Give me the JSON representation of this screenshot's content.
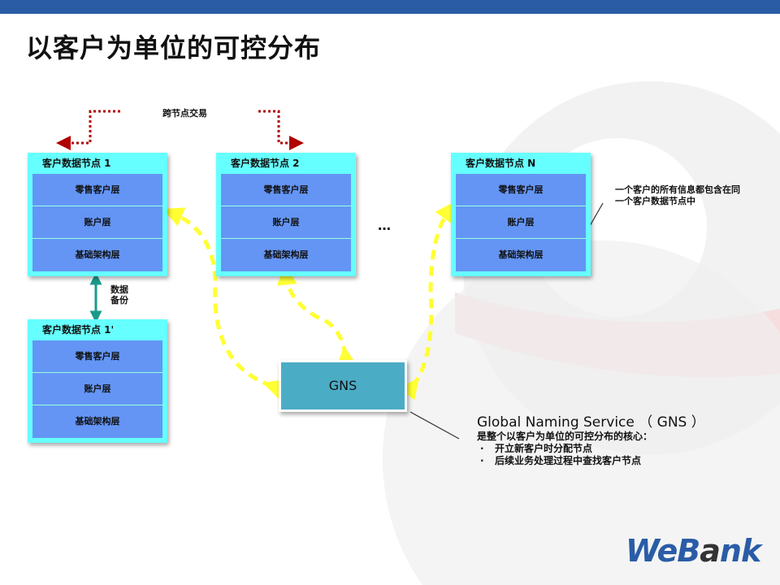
{
  "title": "以客户为单位的可控分布",
  "cross_node_label": "跨节点交易",
  "backup_label": [
    "数据",
    "备份"
  ],
  "ellipsis": "…",
  "nodes": [
    {
      "name": "客户数据节点 1",
      "layers": [
        "零售客户层",
        "账户层",
        "基础架构层"
      ]
    },
    {
      "name": "客户数据节点 2",
      "layers": [
        "零售客户层",
        "账户层",
        "基础架构层"
      ]
    },
    {
      "name": "客户数据节点 N",
      "layers": [
        "零售客户层",
        "账户层",
        "基础架构层"
      ]
    },
    {
      "name": "客户数据节点 1'",
      "layers": [
        "零售客户层",
        "账户层",
        "基础架构层"
      ]
    }
  ],
  "gns_label": "GNS",
  "note": "一个客户的所有信息都包含在同一个客户数据节点中",
  "gns_desc": {
    "heading": "Global Naming Service （ GNS ）",
    "sub": "是整个以客户为单位的可控分布的核心：",
    "bullets": [
      "开立新客户时分配节点",
      "后续业务处理过程中查找客户节点"
    ],
    "bullet_char": "·"
  },
  "logo": {
    "part1": "WeB",
    "part2": "a",
    "part3": "nk"
  },
  "colors": {
    "topbar": "#2a5ca6",
    "node": "#66ffff",
    "layer": "#6495f5",
    "gns": "#4bacc6",
    "arrow_dash": "#ffff33",
    "cross": "#b00000",
    "backup": "#1a9a8a"
  }
}
